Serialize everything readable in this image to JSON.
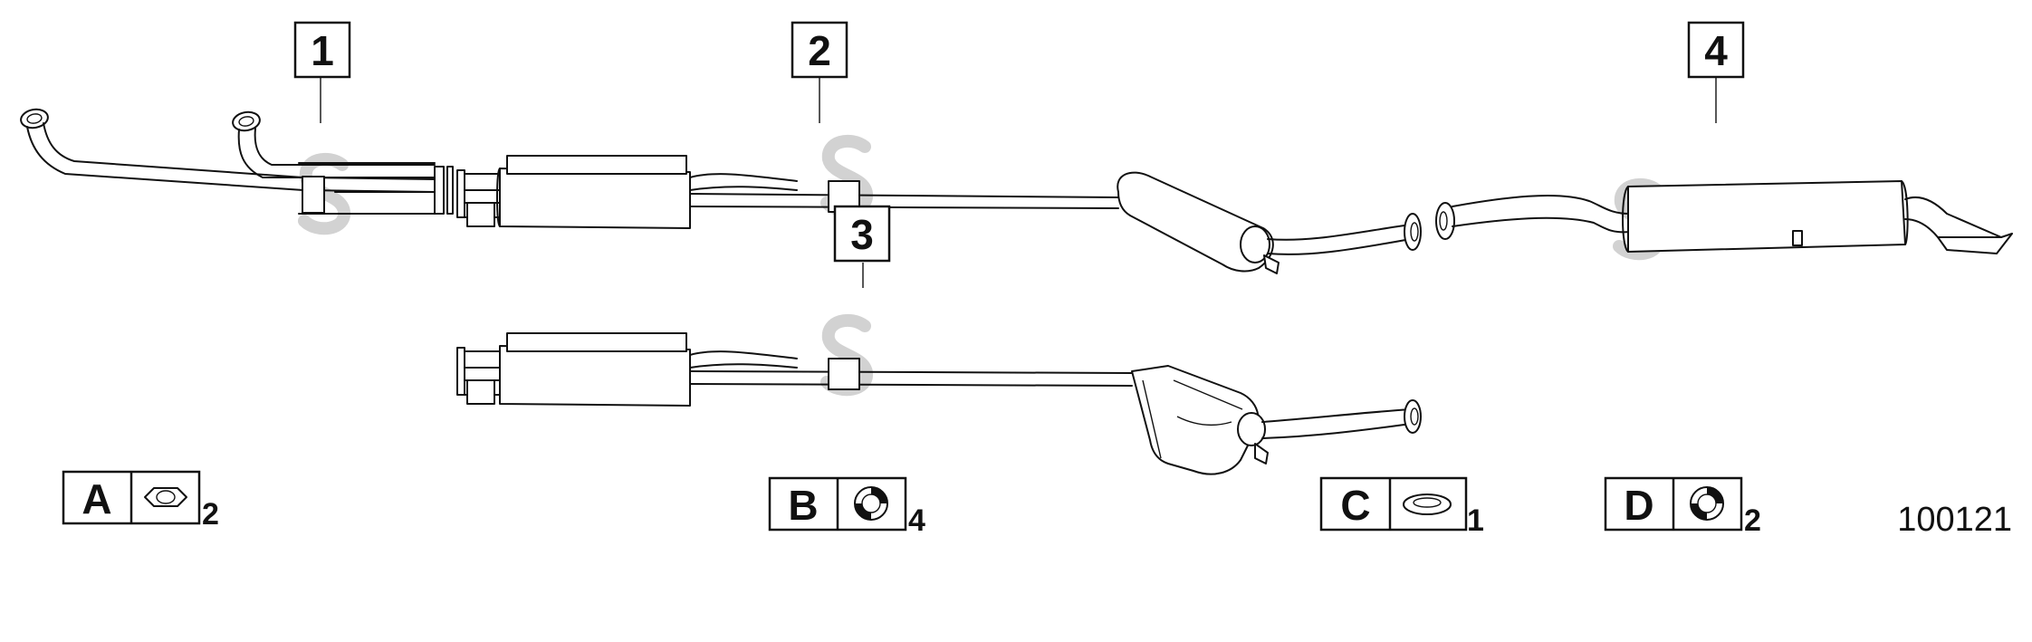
{
  "diagram": {
    "callouts": [
      {
        "label": "1"
      },
      {
        "label": "2"
      },
      {
        "label": "3"
      },
      {
        "label": "4"
      }
    ],
    "legend": [
      {
        "letter": "A",
        "qty": "2",
        "icon": "flange-gasket-icon"
      },
      {
        "letter": "B",
        "qty": "4",
        "icon": "clamp-ring-icon"
      },
      {
        "letter": "C",
        "qty": "1",
        "icon": "sealing-ring-icon"
      },
      {
        "letter": "D",
        "qty": "2",
        "icon": "clamp-ring-icon"
      }
    ],
    "reference_number": "100121"
  }
}
